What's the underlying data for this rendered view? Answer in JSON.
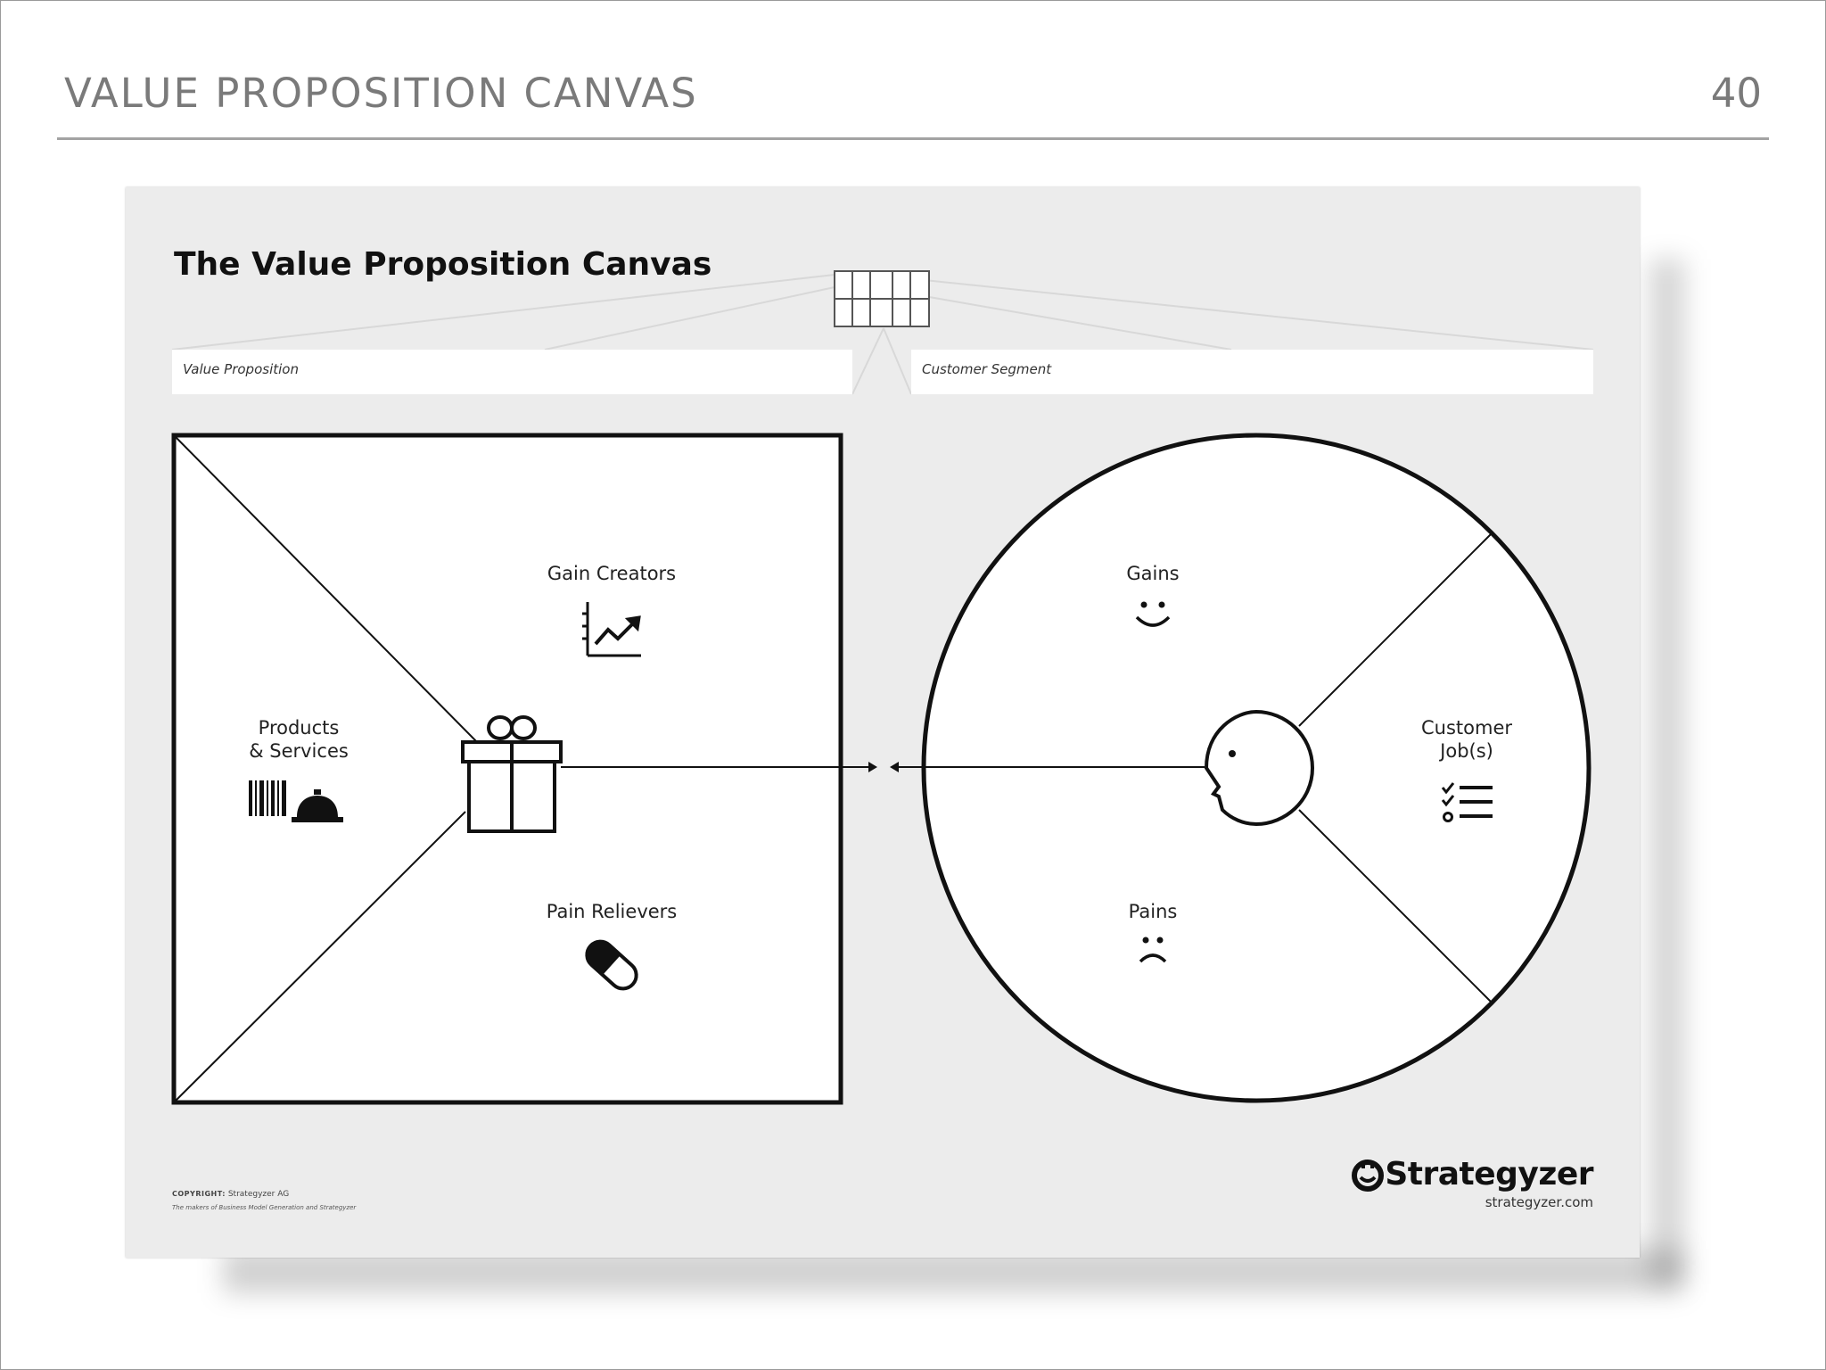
{
  "slide": {
    "title": "VALUE PROPOSITION CANVAS",
    "page_number": "40"
  },
  "canvas": {
    "title": "The Value Proposition Canvas",
    "value_proposition_field": "Value Proposition",
    "customer_segment_field": "Customer Segment",
    "value_map": {
      "gain_creators": "Gain Creators",
      "products_services": "Products\n& Services",
      "pain_relievers": "Pain Relievers"
    },
    "customer_profile": {
      "gains": "Gains",
      "customer_jobs": "Customer\nJob(s)",
      "pains": "Pains"
    },
    "footer": {
      "copyright_label": "COPYRIGHT:",
      "copyright_holder": "Strategyzer AG",
      "tagline": "The makers of Business Model Generation and Strategyzer",
      "brand": "Strategyzer",
      "url": "strategyzer.com"
    },
    "icons": {
      "gain_creators": "chart-trending-up-icon",
      "products_services": "barcode-and-service-bell-icon",
      "value_map_center": "gift-icon",
      "pain_relievers": "pill-icon",
      "gains": "smile-icon",
      "customer_jobs": "checklist-icon",
      "pains": "frown-icon",
      "customer_profile_center": "face-icon",
      "brand": "strategyzer-logo-icon",
      "thumbnail": "canvas-thumbnail-icon"
    }
  }
}
